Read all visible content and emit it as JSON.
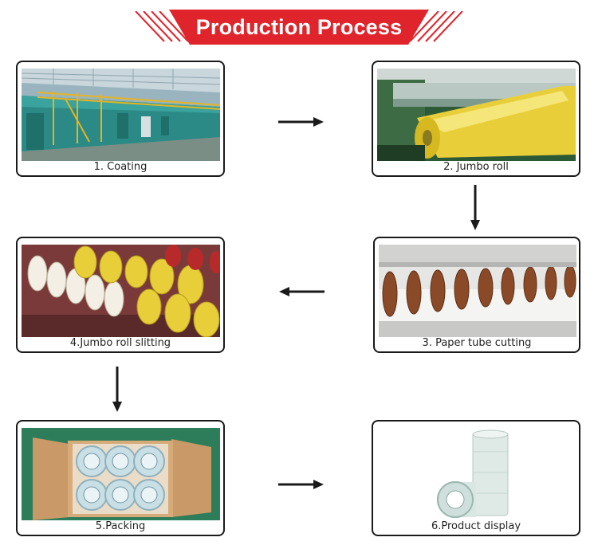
{
  "header": {
    "title": "Production Process",
    "banner_color": "#e0242c"
  },
  "steps": [
    {
      "label": "1. Coating",
      "image": "coating-machine-photo"
    },
    {
      "label": "2. Jumbo roll",
      "image": "jumbo-roll-photo"
    },
    {
      "label": "3. Paper tube cutting",
      "image": "paper-tube-cutting-photo"
    },
    {
      "label": "4.Jumbo roll slitting",
      "image": "jumbo-roll-slitting-photo"
    },
    {
      "label": "5.Packing",
      "image": "packing-box-photo"
    },
    {
      "label": "6.Product display",
      "image": "product-display-photo"
    }
  ],
  "flow": [
    "1 → 2",
    "2 → 3",
    "3 → 4",
    "4 → 5",
    "5 → 6"
  ],
  "colors": {
    "card_border": "#1a1a1a",
    "arrow": "#1a1a1a",
    "tape_yellow": "#e8cf3a"
  }
}
